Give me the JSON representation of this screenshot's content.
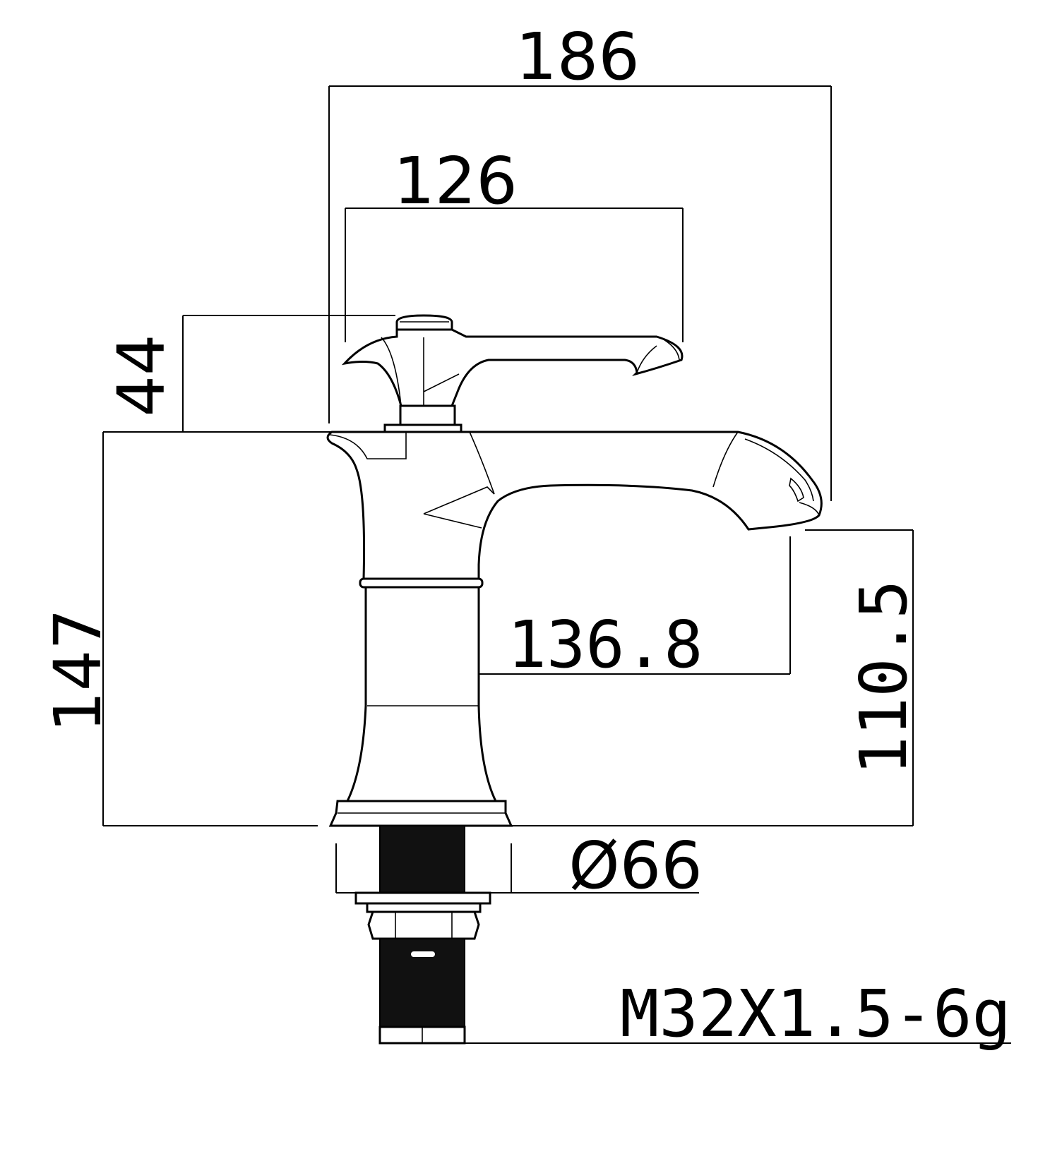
{
  "dimensions": {
    "overall_width": "186",
    "handle_width": "126",
    "handle_height": "44",
    "total_height": "147",
    "spout_reach": "136.8",
    "spout_height": "110.5",
    "base_diameter": "Ø66",
    "thread_spec": "M32X1.5-6g"
  },
  "colors": {
    "line": "#000000",
    "thread_fill": "#111111",
    "background": "#ffffff"
  }
}
